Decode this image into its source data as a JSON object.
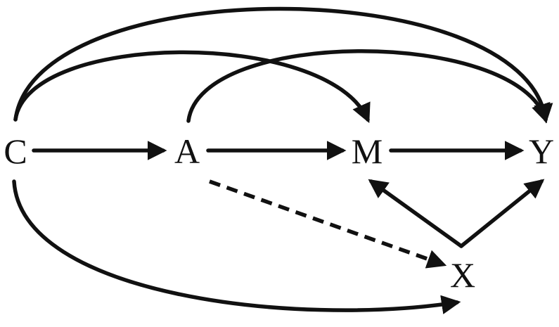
{
  "nodes": [
    {
      "id": "C",
      "label": "C"
    },
    {
      "id": "A",
      "label": "A"
    },
    {
      "id": "M",
      "label": "M"
    },
    {
      "id": "Y",
      "label": "Y"
    },
    {
      "id": "X",
      "label": "X"
    }
  ],
  "edges": [
    {
      "from": "C",
      "to": "A",
      "style": "solid"
    },
    {
      "from": "A",
      "to": "M",
      "style": "solid"
    },
    {
      "from": "M",
      "to": "Y",
      "style": "solid"
    },
    {
      "from": "C",
      "to": "M",
      "style": "solid"
    },
    {
      "from": "C",
      "to": "Y",
      "style": "solid"
    },
    {
      "from": "A",
      "to": "Y",
      "style": "solid"
    },
    {
      "from": "C",
      "to": "X",
      "style": "solid"
    },
    {
      "from": "A",
      "to": "X",
      "style": "dashed"
    },
    {
      "from": "X",
      "to": "M",
      "style": "solid"
    },
    {
      "from": "X",
      "to": "Y",
      "style": "solid"
    }
  ]
}
